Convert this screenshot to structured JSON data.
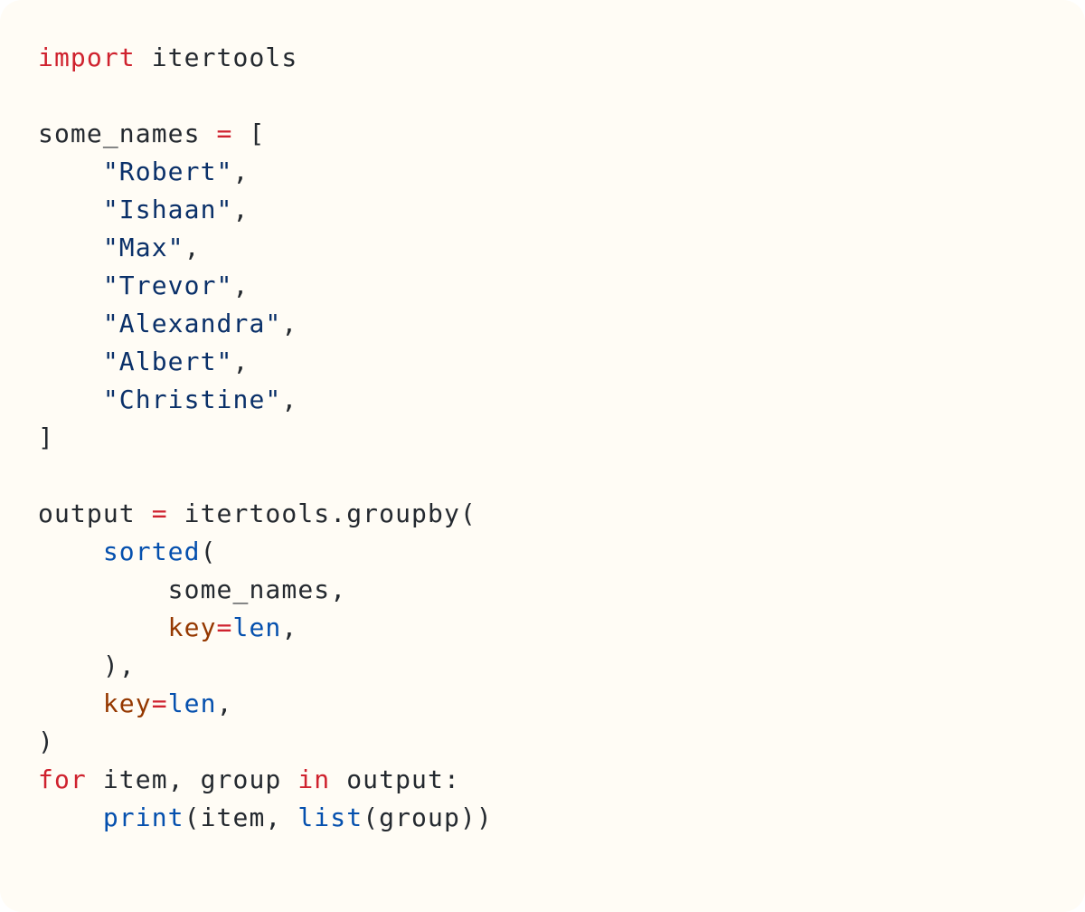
{
  "colors": {
    "background": "#fffcf5",
    "text": "#24292f",
    "keyword": "#cf222e",
    "string": "#0a3069",
    "builtin": "#0550ae",
    "parameter": "#953800"
  },
  "code": {
    "language": "python",
    "lines": [
      [
        {
          "t": "kw",
          "v": "import"
        },
        {
          "t": "plain",
          "v": " itertools"
        }
      ],
      [],
      [
        {
          "t": "plain",
          "v": "some_names "
        },
        {
          "t": "op",
          "v": "="
        },
        {
          "t": "plain",
          "v": " ["
        }
      ],
      [
        {
          "t": "plain",
          "v": "    "
        },
        {
          "t": "str",
          "v": "\"Robert\""
        },
        {
          "t": "plain",
          "v": ","
        }
      ],
      [
        {
          "t": "plain",
          "v": "    "
        },
        {
          "t": "str",
          "v": "\"Ishaan\""
        },
        {
          "t": "plain",
          "v": ","
        }
      ],
      [
        {
          "t": "plain",
          "v": "    "
        },
        {
          "t": "str",
          "v": "\"Max\""
        },
        {
          "t": "plain",
          "v": ","
        }
      ],
      [
        {
          "t": "plain",
          "v": "    "
        },
        {
          "t": "str",
          "v": "\"Trevor\""
        },
        {
          "t": "plain",
          "v": ","
        }
      ],
      [
        {
          "t": "plain",
          "v": "    "
        },
        {
          "t": "str",
          "v": "\"Alexandra\""
        },
        {
          "t": "plain",
          "v": ","
        }
      ],
      [
        {
          "t": "plain",
          "v": "    "
        },
        {
          "t": "str",
          "v": "\"Albert\""
        },
        {
          "t": "plain",
          "v": ","
        }
      ],
      [
        {
          "t": "plain",
          "v": "    "
        },
        {
          "t": "str",
          "v": "\"Christine\""
        },
        {
          "t": "plain",
          "v": ","
        }
      ],
      [
        {
          "t": "plain",
          "v": "]"
        }
      ],
      [],
      [
        {
          "t": "plain",
          "v": "output "
        },
        {
          "t": "op",
          "v": "="
        },
        {
          "t": "plain",
          "v": " itertools.groupby("
        }
      ],
      [
        {
          "t": "plain",
          "v": "    "
        },
        {
          "t": "fn",
          "v": "sorted"
        },
        {
          "t": "plain",
          "v": "("
        }
      ],
      [
        {
          "t": "plain",
          "v": "        some_names,"
        }
      ],
      [
        {
          "t": "plain",
          "v": "        "
        },
        {
          "t": "param",
          "v": "key"
        },
        {
          "t": "op",
          "v": "="
        },
        {
          "t": "fn",
          "v": "len"
        },
        {
          "t": "plain",
          "v": ","
        }
      ],
      [
        {
          "t": "plain",
          "v": "    ),"
        }
      ],
      [
        {
          "t": "plain",
          "v": "    "
        },
        {
          "t": "param",
          "v": "key"
        },
        {
          "t": "op",
          "v": "="
        },
        {
          "t": "fn",
          "v": "len"
        },
        {
          "t": "plain",
          "v": ","
        }
      ],
      [
        {
          "t": "plain",
          "v": ")"
        }
      ],
      [
        {
          "t": "kw",
          "v": "for"
        },
        {
          "t": "plain",
          "v": " item, group "
        },
        {
          "t": "kw",
          "v": "in"
        },
        {
          "t": "plain",
          "v": " output:"
        }
      ],
      [
        {
          "t": "plain",
          "v": "    "
        },
        {
          "t": "fn",
          "v": "print"
        },
        {
          "t": "plain",
          "v": "(item, "
        },
        {
          "t": "fn",
          "v": "list"
        },
        {
          "t": "plain",
          "v": "(group))"
        }
      ]
    ]
  }
}
